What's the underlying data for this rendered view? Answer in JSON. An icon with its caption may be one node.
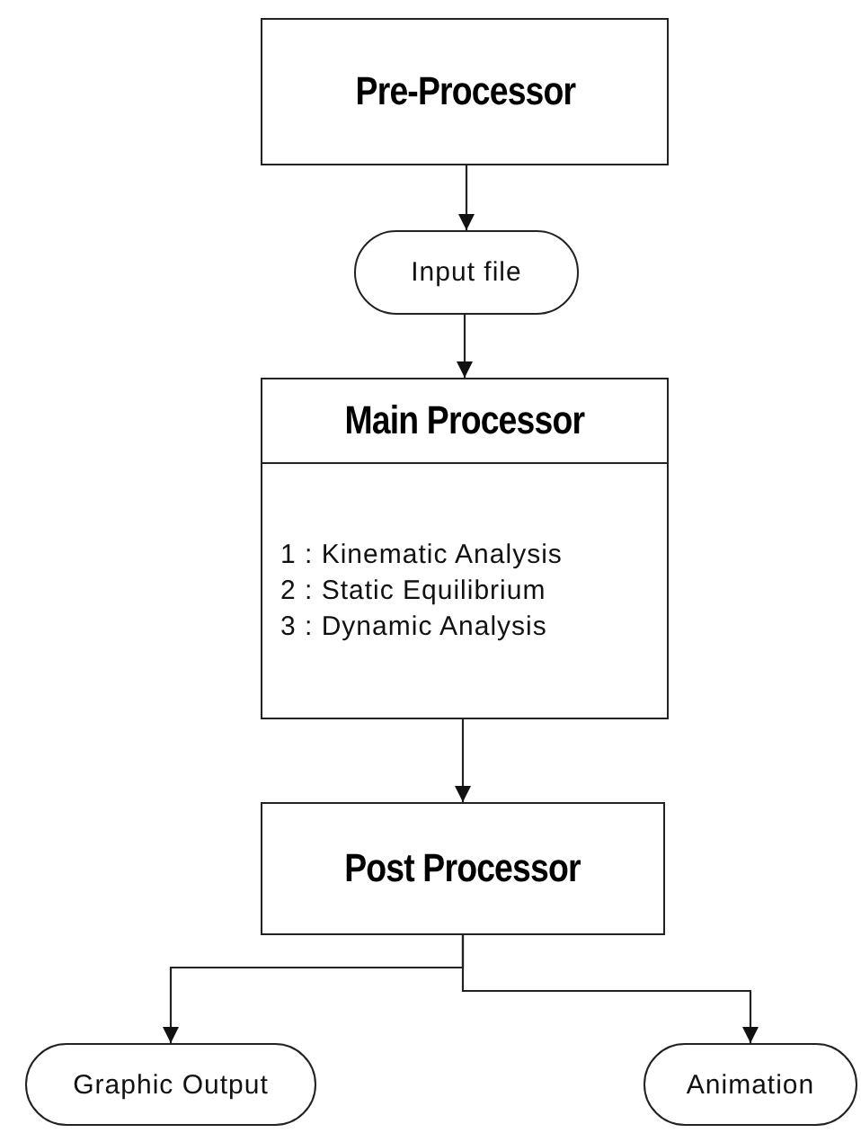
{
  "diagram": {
    "nodes": [
      {
        "text": [
          "Pre-Processor"
        ]
      },
      {
        "text": [
          "Input file"
        ]
      },
      {
        "text": [
          "Main Processor",
          "1 : Kinematic Analysis",
          "2 : Static Equilibrium",
          "3 : Dynamic Analysis"
        ]
      },
      {
        "text": [
          "Post Processor"
        ]
      },
      {
        "text": [
          "Graphic Output"
        ]
      },
      {
        "text": [
          "Animation"
        ]
      }
    ],
    "edges": [
      {
        "from": 0,
        "to": 1,
        "arrow": "to"
      },
      {
        "from": 1,
        "to": 2,
        "arrow": "to"
      },
      {
        "from": 2,
        "to": 3,
        "arrow": "to"
      },
      {
        "from": 3,
        "to": 4,
        "arrow": "to"
      },
      {
        "from": 3,
        "to": 5,
        "arrow": "to"
      }
    ]
  }
}
